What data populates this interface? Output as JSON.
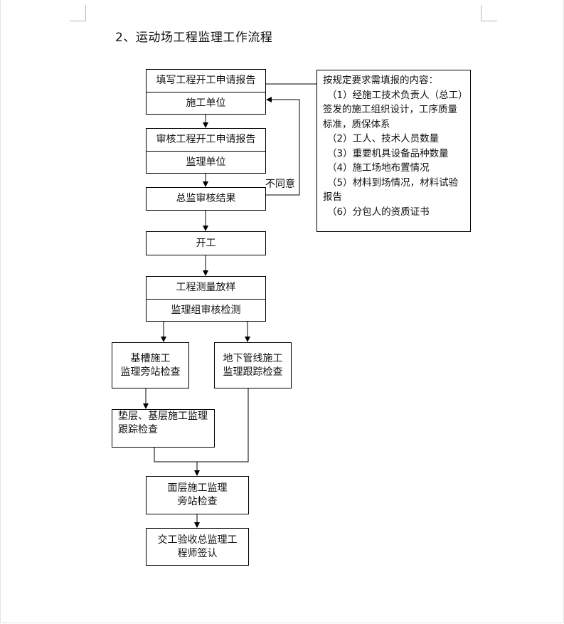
{
  "title": "2、运动场工程监理工作流程",
  "nodes": {
    "apply": {
      "line1": "填写工程开工申请报告",
      "line2": "施工单位"
    },
    "review": {
      "line1": "审核工程开工申请报告",
      "line2": "监理单位"
    },
    "result": {
      "label": "总监审核结果"
    },
    "start": {
      "label": "开工"
    },
    "survey": {
      "line1": "工程测量放样",
      "line2": "监理组审核检测"
    },
    "foundation": {
      "line1": "基槽施工",
      "line2": "监理旁站检查"
    },
    "pipeline": {
      "line1": "地下管线施工",
      "line2": "监理跟踪检查"
    },
    "cushion": {
      "line1": "垫层、基层施工监理",
      "line2": "跟踪检查"
    },
    "surface": {
      "line1": "面层施工监理",
      "line2": "旁站检查"
    },
    "handover": {
      "line1": "交工验收总监理工",
      "line2": "程师签认"
    }
  },
  "disagree_label": "不同意",
  "note": {
    "heading": "按规定要求需填报的内容：",
    "items": [
      "（1）经施工技术负责人（总工）",
      "签发的施工组织设计，工序质量",
      "标准，质保体系",
      "（2）工人、技术人员数量",
      "（3）重要机具设备品种数量",
      "（4）施工场地布置情况",
      "（5）材料到场情况，材料试验",
      "报告",
      "（6）分包人的资质证书"
    ]
  }
}
